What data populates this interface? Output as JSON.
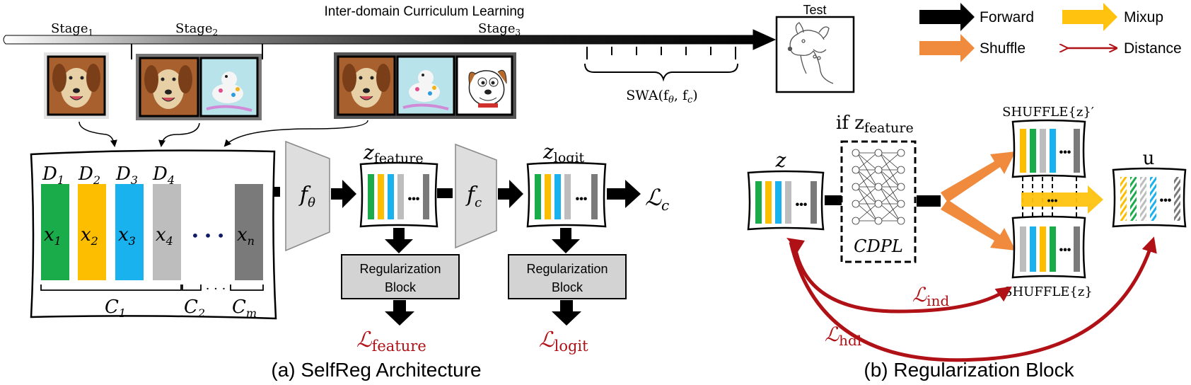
{
  "colors": {
    "green": "#1aab4b",
    "yellow": "#fdbe00",
    "blue": "#19b1ee",
    "lightgray": "#bdbdbd",
    "darkgray": "#7a7a7a",
    "red": "#b01116",
    "orange": "#f08a3c",
    "mixup": "#fec20f",
    "block": "#d3d3d3"
  },
  "timeline": {
    "title": "Inter-domain Curriculum Learning",
    "stage1": "Stage",
    "stage1_sub": "1",
    "stage2": "Stage",
    "stage2_sub": "2",
    "stage3": "Stage",
    "stage3_sub": "3",
    "test_label": "Test",
    "swa_label": "SWA(f",
    "swa_theta": "θ",
    "swa_mid": ", f",
    "swa_c": "c",
    "swa_close": ")"
  },
  "legend": {
    "forward": "Forward",
    "mixup": "Mixup",
    "shuffle": "Shuffle",
    "distance": "Distance"
  },
  "arch": {
    "domains": [
      {
        "main": "D",
        "sub": "1"
      },
      {
        "main": "D",
        "sub": "2"
      },
      {
        "main": "D",
        "sub": "3"
      },
      {
        "main": "D",
        "sub": "4"
      }
    ],
    "samples": [
      {
        "main": "x",
        "sub": "1"
      },
      {
        "main": "x",
        "sub": "2"
      },
      {
        "main": "x",
        "sub": "3"
      },
      {
        "main": "x",
        "sub": "4"
      },
      {
        "main": "x",
        "sub": "n"
      }
    ],
    "dots": "• • •",
    "classes": [
      {
        "main": "C",
        "sub": "1"
      },
      {
        "main": "C",
        "sub": "2"
      },
      {
        "main": "C",
        "sub": "m"
      }
    ],
    "class_dots": "· · ·",
    "f_theta": "f",
    "f_theta_sub": "θ",
    "f_c": "f",
    "f_c_sub": "c",
    "z_feature": "z",
    "z_feature_sub": "feature",
    "z_logit": "z",
    "z_logit_sub": "logit",
    "loss_c": "ℒ",
    "loss_c_sub": "c",
    "reg_line1": "Regularization",
    "reg_line2": "Block",
    "loss_feature": "ℒ",
    "loss_feature_sub": "feature",
    "loss_logit": "ℒ",
    "loss_logit_sub": "logit",
    "caption": "(a) SelfReg Architecture"
  },
  "reg": {
    "if_text": "if z",
    "if_sub": "feature",
    "z_label": "z",
    "cdpl": "CDPL",
    "shuffle_prime": "SHUFFLE{z}′",
    "shuffle": "SHUFFLE{z}",
    "u_label": "u",
    "loss_ind": "ℒ",
    "loss_ind_sub": "ind",
    "loss_hdl": "ℒ",
    "loss_hdl_sub": "hdl",
    "caption": "(b) Regularization Block"
  }
}
